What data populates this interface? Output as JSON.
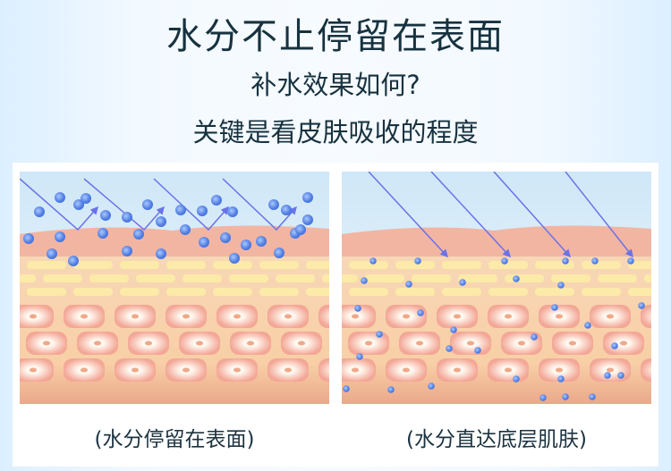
{
  "title": "水分不止停留在表面",
  "subtitle": "补水效果如何?",
  "subtitle2": "关键是看皮肤吸收的程度",
  "panels": [
    {
      "caption": "(水分停留在表面)"
    },
    {
      "caption": "(水分直达底层肌肤)"
    }
  ],
  "colors": {
    "water": "#4a78e0",
    "arrow": "#6a72e8",
    "skin_top": "#f2b5a2",
    "lipid": "#fbeaa8"
  }
}
